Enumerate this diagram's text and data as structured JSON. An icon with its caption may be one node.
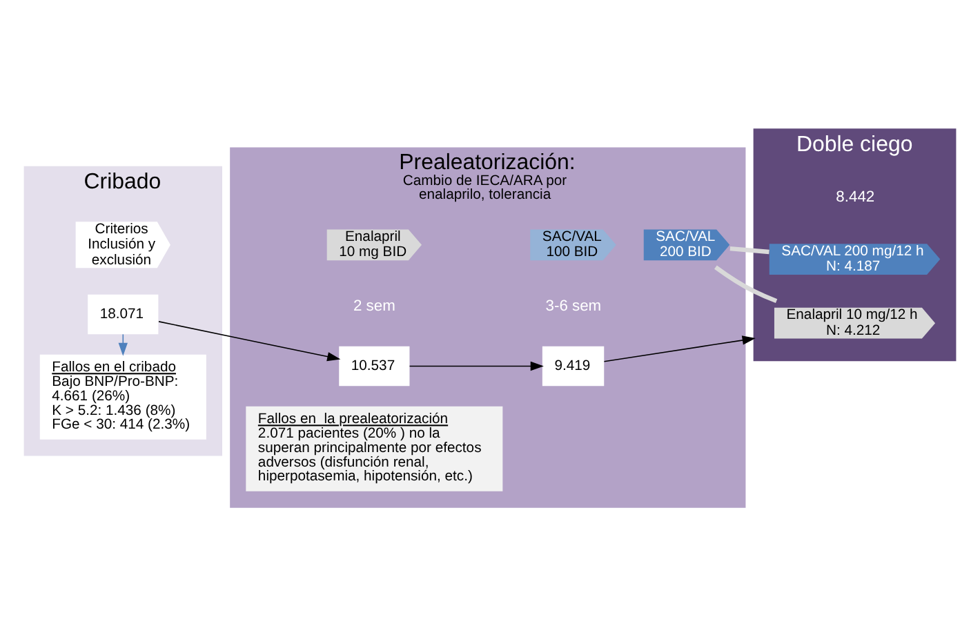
{
  "diagram": {
    "nodes": [
      {
        "text": [
          "Cribado"
        ]
      },
      {
        "text": [
          "Prealeatorización:",
          "Cambio de IECA/ARA por enalaprilo, tolerancia"
        ]
      },
      {
        "text": [
          "Doble ciego"
        ]
      },
      {
        "text": [
          "Criterios Inclusión y exclusión"
        ],
        "in": 0
      },
      {
        "text": [
          "Enalapril 10 mg BID"
        ],
        "in": 1,
        "beside": [
          "2 sem"
        ]
      },
      {
        "text": [
          "SAC/VAL 100 BID"
        ],
        "in": 1,
        "beside": [
          "3-6 sem"
        ]
      },
      {
        "text": [
          "SAC/VAL 200 BID"
        ],
        "in": 1
      },
      {
        "text": [
          "Enalapril 10 mg/12 h N: 4.212"
        ],
        "in": 2
      },
      {
        "text": [
          "SAC/VAL 200 mg/12 h N: 4.187"
        ],
        "in": 2
      },
      {
        "text": [
          "18.071"
        ],
        "in": 0
      },
      {
        "text": [
          "10.537"
        ],
        "in": 1
      },
      {
        "text": [
          "9.419"
        ],
        "in": 1
      },
      {
        "text": [
          "Fallos en el cribado",
          "Bajo BNP/Pro-BNP: 4.661 (26%)",
          "K > 5.2: 1.436 (8%)",
          "FGe < 30: 414 (2.3%)"
        ],
        "in": 0
      },
      {
        "text": [
          "Fallos en  la prealeatorización",
          "2.071 pacientes (20% ) no la superan principalmente por efectos adversos (disfunción renal, hiperpotasemia, hipotensión, etc.)"
        ],
        "in": 1
      }
    ],
    "edges": [
      {
        "from": 6,
        "to": 7,
        "arrow": "none",
        "style": "thick",
        "color": "#d9d9d9"
      },
      {
        "from": 6,
        "to": 8,
        "arrow": "none",
        "style": "thick",
        "color": "#d9d9d9"
      },
      {
        "from": 9,
        "to": 10,
        "arrow": "to"
      },
      {
        "from": 10,
        "to": 11,
        "arrow": "to"
      },
      {
        "from": 11,
        "to": 2,
        "arrow": "to"
      },
      {
        "from": 9,
        "to": 12,
        "arrow": "to",
        "color": "#4f81bd"
      }
    ],
    "labels": [
      "8.442"
    ]
  }
}
